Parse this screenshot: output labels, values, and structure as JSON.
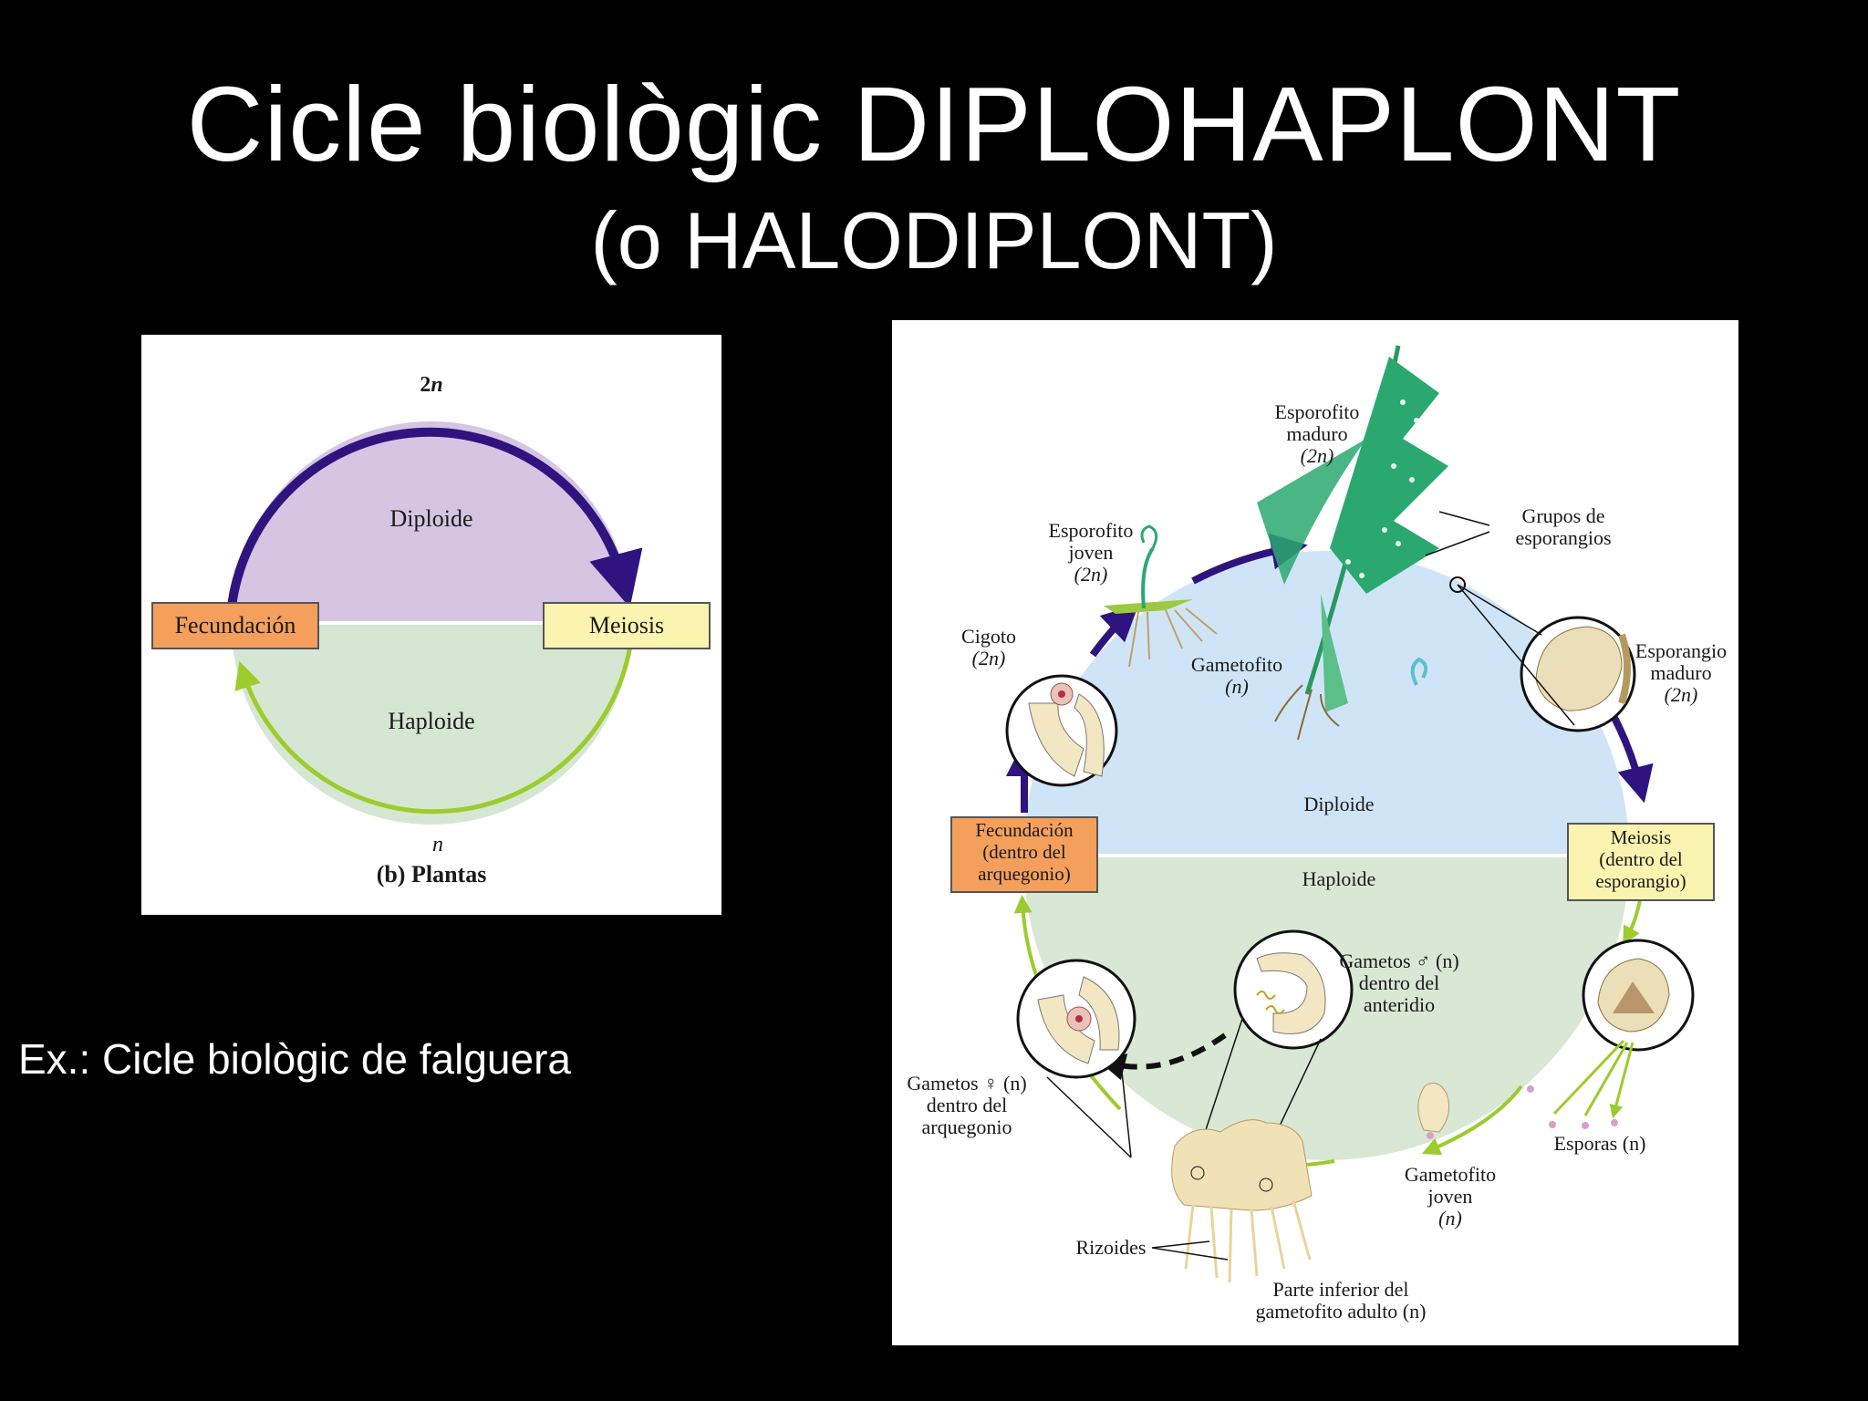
{
  "slide": {
    "title": "Cicle biològic DIPLOHAPLONT",
    "subtitle": "(o HALODIPLONT)",
    "example": "Ex.: Cicle biològic de falguera"
  },
  "colors": {
    "diploid_fill": "#d6c5e2",
    "haploid_fill": "#d5e7d3",
    "diploid_arrow": "#2f1480",
    "haploid_arrow": "#9ccc2d",
    "fecundacion_box": "#f4a05c",
    "meiosis_box": "#fbf3b0",
    "fern_diploid_bg": "#cfe5f7",
    "fern_haploid_bg": "#d8e8d4",
    "plant_green": "#2aa870",
    "gametophyte_tan": "#f0e2b6"
  },
  "left_diagram": {
    "ploidy_top_num": "2",
    "ploidy_top_n": "n",
    "diploid_label": "Diploide",
    "haploid_label": "Haploide",
    "fecundacion_label": "Fecundación",
    "meiosis_label": "Meiosis",
    "ploidy_bottom": "n",
    "caption": "(b) Plantas"
  },
  "right_diagram": {
    "esporofito_maduro": [
      "Esporofito",
      "maduro",
      "(2n)"
    ],
    "grupos_esporangios": [
      "Grupos de",
      "esporangios"
    ],
    "esporofito_joven": [
      "Esporofito",
      "joven",
      "(2n)"
    ],
    "cigoto": [
      "Cigoto",
      "(2n)"
    ],
    "gametofito": [
      "Gametofito",
      "(n)"
    ],
    "esporangio_maduro": [
      "Esporangio",
      "maduro",
      "(2n)"
    ],
    "diploide": "Diploide",
    "haploide": "Haploide",
    "fecundacion_box": [
      "Fecundación",
      "(dentro del",
      "arquegonio)"
    ],
    "meiosis_box": [
      "Meiosis",
      "(dentro del",
      "esporangio)"
    ],
    "gametos_masc": [
      "Gametos ♂ (n)",
      "dentro del",
      "anteridio"
    ],
    "gametos_fem": [
      "Gametos ♀ (n)",
      "dentro del",
      "arquegonio"
    ],
    "esporas": "Esporas (n)",
    "gametofito_joven": [
      "Gametofito",
      "joven",
      "(n)"
    ],
    "rizoides": "Rizoides",
    "parte_inferior": [
      "Parte inferior del",
      "gametofito adulto (n)"
    ]
  }
}
